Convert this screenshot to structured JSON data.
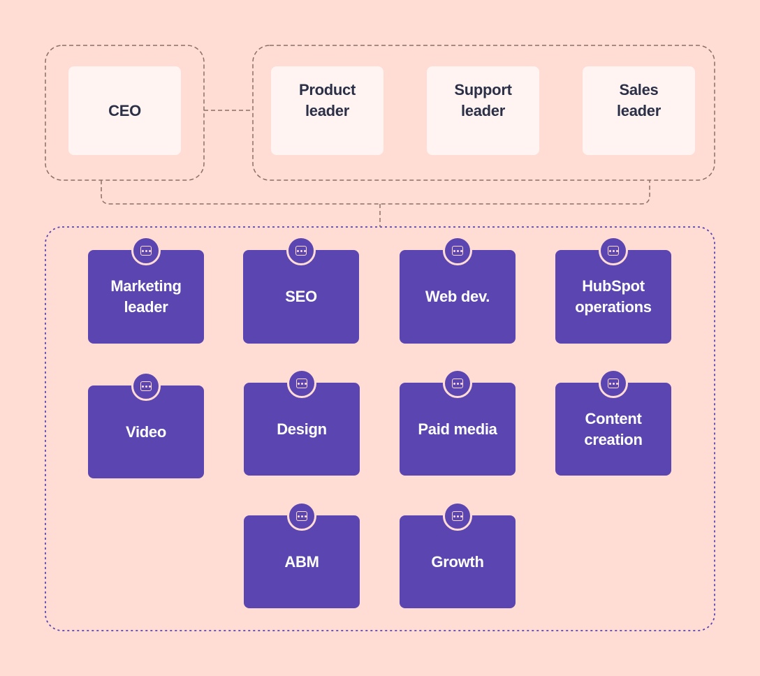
{
  "leaders": {
    "ceo": "CEO",
    "product": "Product\nleader",
    "support": "Support\nleader",
    "sales": "Sales\nleader"
  },
  "teams": [
    {
      "label": "Marketing\nleader",
      "icon": "team-dots-icon"
    },
    {
      "label": "SEO",
      "icon": "team-dots-icon"
    },
    {
      "label": "Web dev.",
      "icon": "team-dots-icon"
    },
    {
      "label": "HubSpot\noperations",
      "icon": "team-dots-icon"
    },
    {
      "label": "Video",
      "icon": "team-dots-icon"
    },
    {
      "label": "Design",
      "icon": "team-dots-icon"
    },
    {
      "label": "Paid media",
      "icon": "team-dots-icon"
    },
    {
      "label": "Content\ncreation",
      "icon": "team-dots-icon"
    },
    {
      "label": "ABM",
      "icon": "team-dots-icon"
    },
    {
      "label": "Growth",
      "icon": "team-dots-icon"
    }
  ],
  "colors": {
    "background": "#ffddd4",
    "leader_card": "#fff4f2",
    "team_card": "#5b45b0",
    "leader_border": "#8a7066",
    "team_border": "#5b45b0",
    "leader_text": "#2b3047"
  }
}
